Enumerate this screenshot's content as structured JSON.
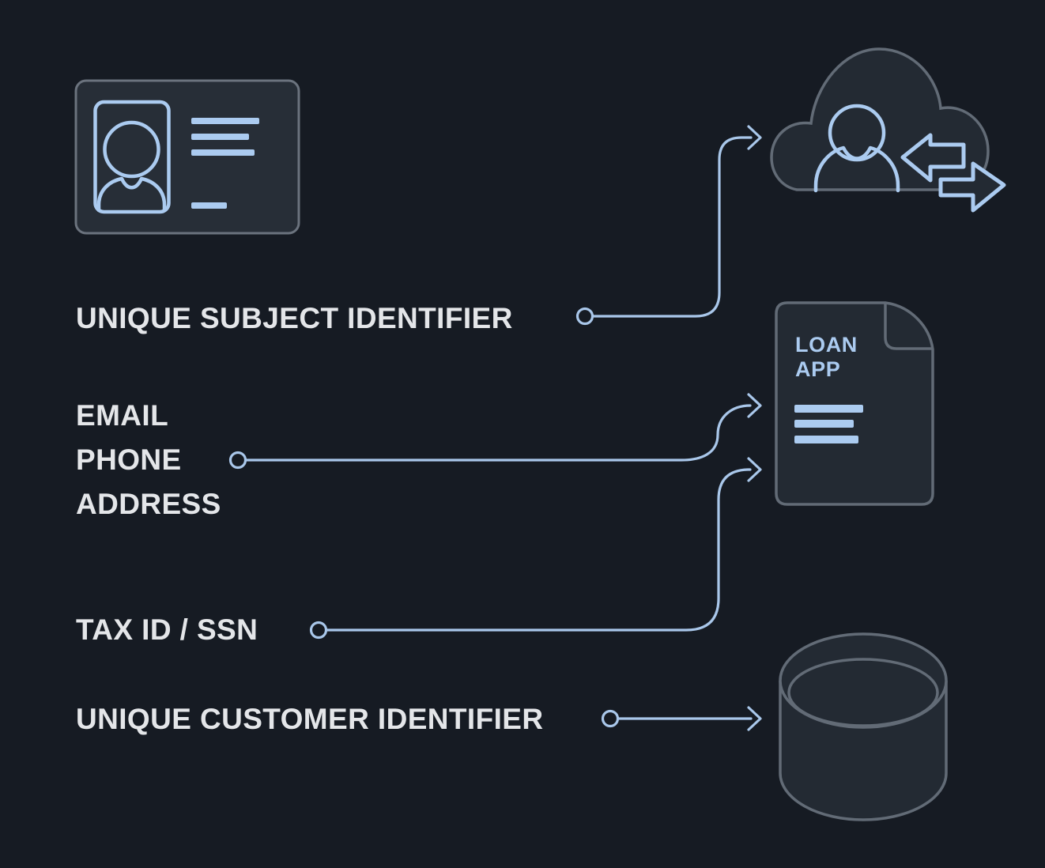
{
  "colors": {
    "bg": "#161b23",
    "accent": "#abcbf0",
    "connector": "#a9c7ea",
    "shape-fill": "#232a33",
    "shape-stroke": "#626b76",
    "card-fill": "#272e37",
    "card-stroke": "#6b737e",
    "label": "#e4e6e9"
  },
  "labels": {
    "subject_identifier": "UNIQUE SUBJECT IDENTIFIER",
    "email": "EMAIL",
    "phone": "PHONE",
    "address": "ADDRESS",
    "tax_id": "TAX ID / SSN",
    "customer_identifier": "UNIQUE CUSTOMER IDENTIFIER"
  },
  "loan_document": {
    "title_line1": "LOAN",
    "title_line2": "APP"
  },
  "icons": {
    "id_card": "id-card-icon",
    "cloud_user": "cloud-user-icon",
    "transfer_arrows": "transfer-arrows-icon",
    "loan_document": "loan-app-document-icon",
    "database": "database-icon"
  }
}
